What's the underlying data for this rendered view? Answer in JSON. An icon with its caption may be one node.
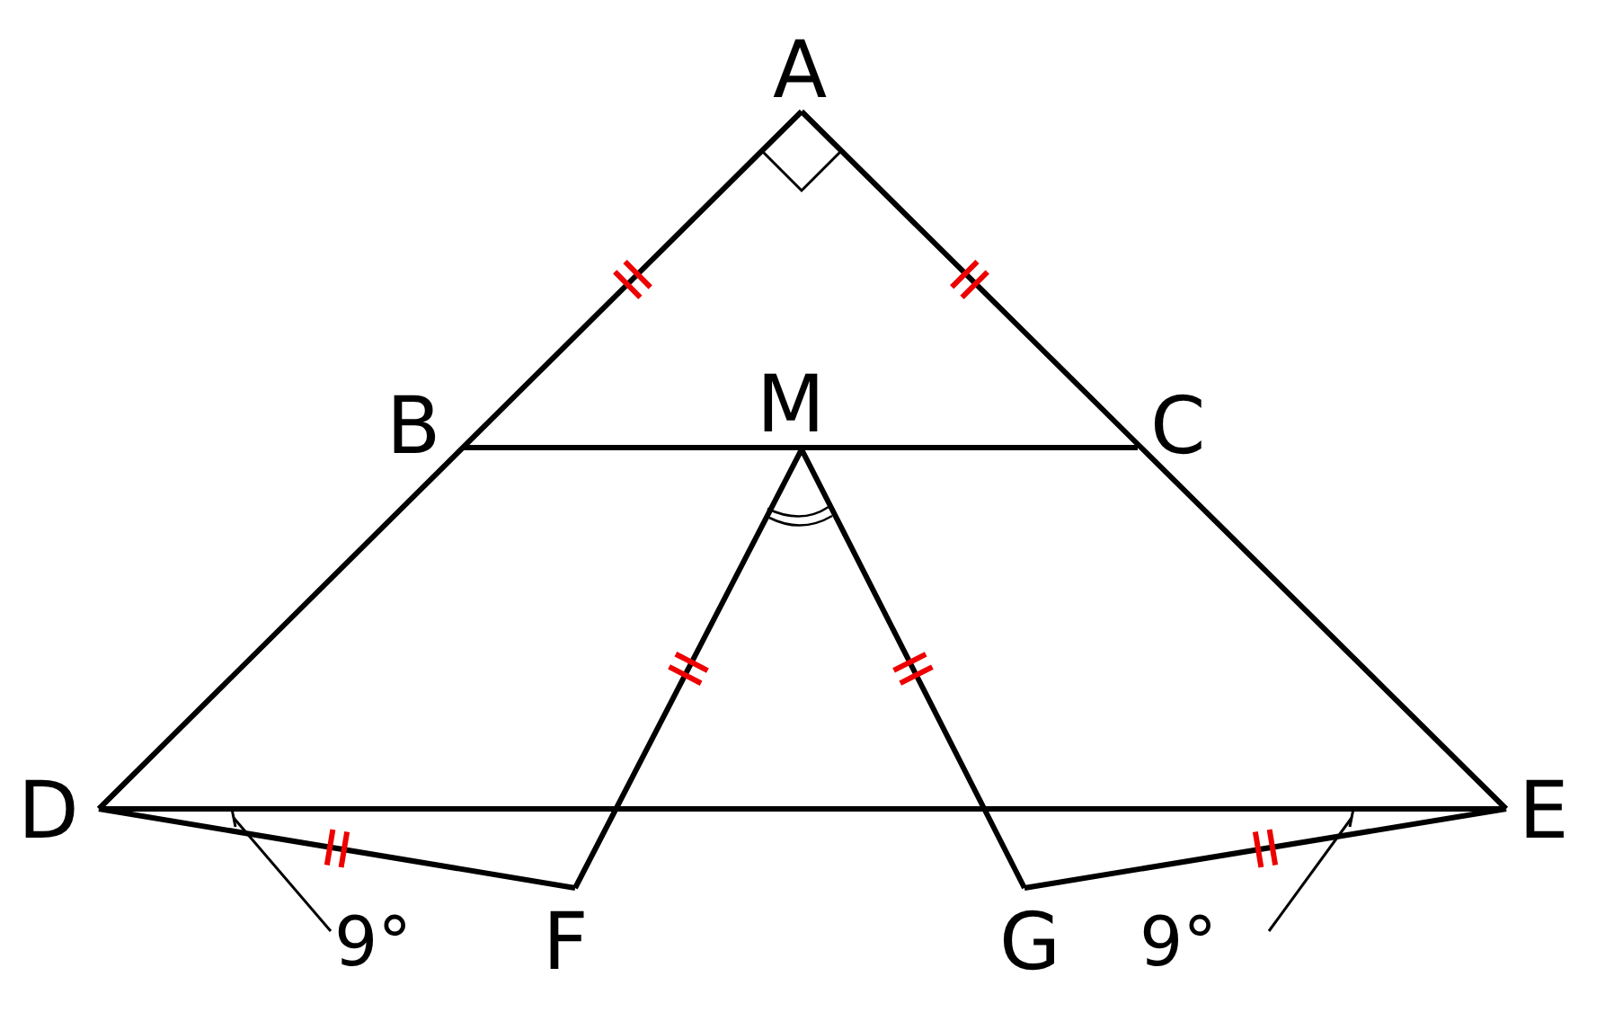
{
  "diagram": {
    "nodes": [
      {
        "text": [
          "9°"
        ]
      },
      {
        "text": [
          "9°"
        ]
      }
    ],
    "edges": [
      {
        "from": 0,
        "to": null,
        "arrow": "none"
      },
      {
        "from": 1,
        "to": null,
        "arrow": "none"
      }
    ],
    "labels": [
      "A",
      "B",
      "M",
      "C",
      "D",
      "E",
      "F",
      "G"
    ]
  }
}
